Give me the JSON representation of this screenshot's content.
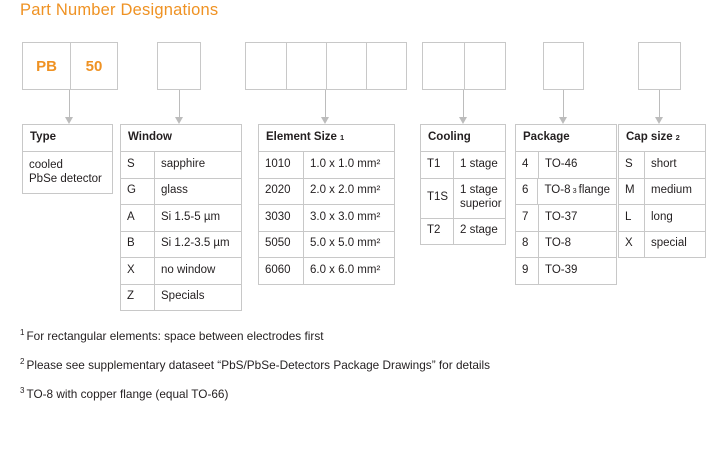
{
  "page": {
    "title": "Part Number Designations",
    "accent_color": "#ef9223",
    "line_color": "#c8c8c8",
    "text_color": "#231f20"
  },
  "code_boxes": [
    {
      "name": "type-code",
      "cells": [
        "PB",
        "50"
      ]
    },
    {
      "name": "window-code",
      "cells": [
        ""
      ]
    },
    {
      "name": "element-size-code",
      "cells": [
        "",
        "",
        "",
        ""
      ]
    },
    {
      "name": "cooling-code",
      "cells": [
        "",
        ""
      ]
    },
    {
      "name": "package-code",
      "cells": [
        ""
      ]
    },
    {
      "name": "cap-size-code",
      "cells": [
        ""
      ]
    }
  ],
  "tables": {
    "type": {
      "header": "Type",
      "header_sup": "",
      "body_lines": [
        "cooled",
        "PbSe detector"
      ]
    },
    "window": {
      "header": "Window",
      "header_sup": "",
      "rows": [
        {
          "code": "S",
          "desc": "sapphire"
        },
        {
          "code": "G",
          "desc": "glass"
        },
        {
          "code": "A",
          "desc": "Si 1.5-5 µm"
        },
        {
          "code": "B",
          "desc": "Si 1.2-3.5 µm"
        },
        {
          "code": "X",
          "desc": "no window"
        },
        {
          "code": "Z",
          "desc": "Specials"
        }
      ]
    },
    "element_size": {
      "header": "Element Size",
      "header_sup": "1",
      "rows": [
        {
          "code": "1010",
          "desc": "1.0 x 1.0 mm²"
        },
        {
          "code": "2020",
          "desc": "2.0 x 2.0 mm²"
        },
        {
          "code": "3030",
          "desc": "3.0 x 3.0 mm²"
        },
        {
          "code": "5050",
          "desc": "5.0 x 5.0 mm²"
        },
        {
          "code": "6060",
          "desc": "6.0 x 6.0 mm²"
        }
      ]
    },
    "cooling": {
      "header": "Cooling",
      "header_sup": "",
      "rows": [
        {
          "code": "T1",
          "desc": "1 stage",
          "desc2": ""
        },
        {
          "code": "T1S",
          "desc": "1 stage",
          "desc2": "superior"
        },
        {
          "code": "T2",
          "desc": "2 stage",
          "desc2": ""
        }
      ]
    },
    "package": {
      "header": "Package",
      "header_sup": "",
      "rows": [
        {
          "code": "4",
          "desc": "TO-46",
          "sup": "",
          "desc_tail": ""
        },
        {
          "code": "6",
          "desc": "TO-8",
          "sup": "3",
          "desc_tail": "flange"
        },
        {
          "code": "7",
          "desc": "TO-37",
          "sup": "",
          "desc_tail": ""
        },
        {
          "code": "8",
          "desc": "TO-8",
          "sup": "",
          "desc_tail": ""
        },
        {
          "code": "9",
          "desc": "TO-39",
          "sup": "",
          "desc_tail": ""
        }
      ]
    },
    "cap_size": {
      "header": "Cap size",
      "header_sup": "2",
      "rows": [
        {
          "code": "S",
          "desc": "short"
        },
        {
          "code": "M",
          "desc": "medium"
        },
        {
          "code": "L",
          "desc": "long"
        },
        {
          "code": "X",
          "desc": "special"
        }
      ]
    }
  },
  "footnotes": [
    {
      "mark": "1",
      "text": "For rectangular elements: space between electrodes first"
    },
    {
      "mark": "2",
      "text": "Please see supplementary dataseet “PbS/PbSe-Detectors Package Drawings” for details"
    },
    {
      "mark": "3",
      "text": "TO-8 with copper flange (equal TO-66)"
    }
  ]
}
